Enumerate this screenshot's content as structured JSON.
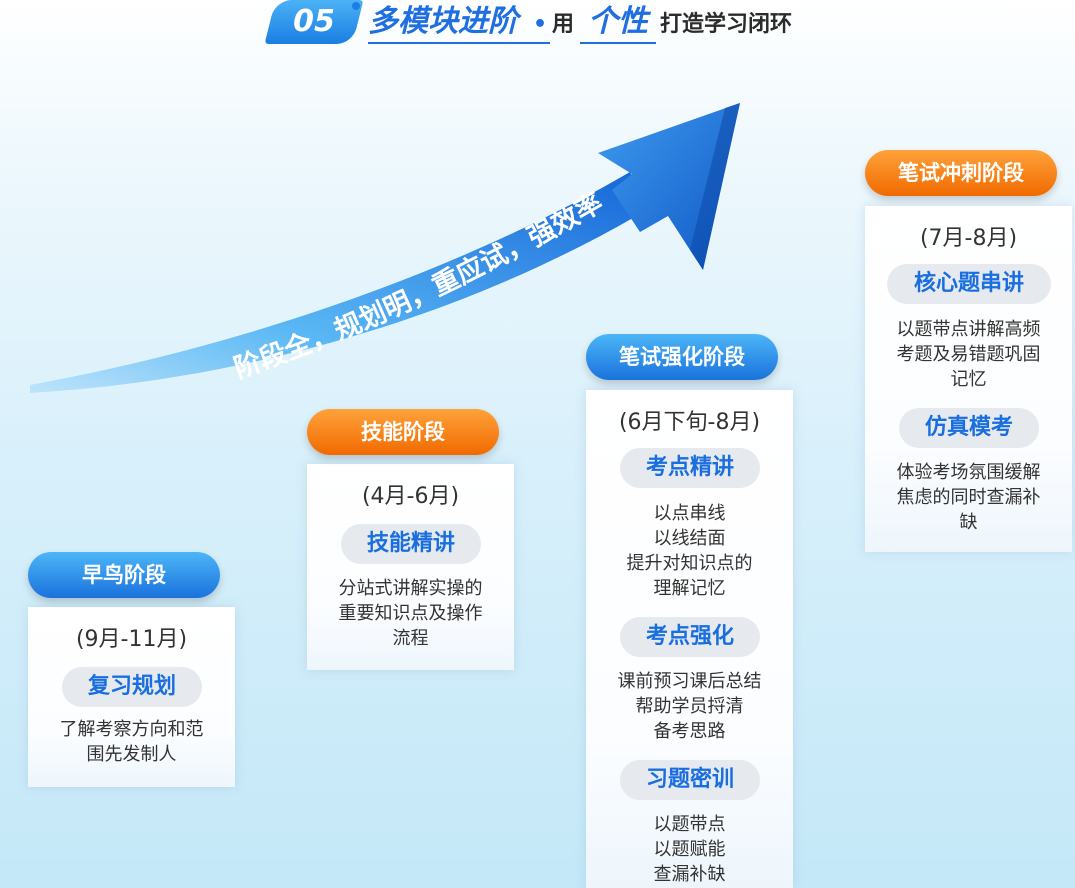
{
  "header": {
    "number": "05",
    "title_part1": "多模块进阶",
    "title_dot": "•",
    "title_part2": "用",
    "title_part3": "个性",
    "title_part4": "打造学习闭环"
  },
  "arrow": {
    "text": "阶段全，规划明，重应试，强效率"
  },
  "stages": [
    {
      "name": "早鸟阶段",
      "period": "(9月-11月)",
      "items": [
        {
          "title": "复习规划",
          "lines": [
            "了解考察方向和范",
            "围先发制人"
          ]
        }
      ]
    },
    {
      "name": "技能阶段",
      "period": "(4月-6月)",
      "items": [
        {
          "title": "技能精讲",
          "lines": [
            "分站式讲解实操的",
            "重要知识点及操作",
            "流程"
          ]
        }
      ]
    },
    {
      "name": "笔试强化阶段",
      "period": "(6月下旬-8月)",
      "items": [
        {
          "title": "考点精讲",
          "lines": [
            "以点串线",
            "以线结面",
            "提升对知识点的",
            "理解记忆"
          ]
        },
        {
          "title": "考点强化",
          "lines": [
            "课前预习课后总结",
            "帮助学员捋清",
            "备考思路"
          ]
        },
        {
          "title": "习题密训",
          "lines": [
            "以题带点",
            "以题赋能",
            "查漏补缺"
          ]
        }
      ]
    },
    {
      "name": "笔试冲刺阶段",
      "period": "(7月-8月)",
      "items": [
        {
          "title": "核心题串讲",
          "lines": [
            "以题带点讲解高频",
            "考题及易错题巩固",
            "记忆"
          ]
        },
        {
          "title": "仿真模考",
          "lines": [
            "体验考场氛围缓解",
            "焦虑的同时查漏补",
            "缺"
          ]
        }
      ]
    }
  ],
  "colors": {
    "blue_pill": "#1a72dd",
    "orange_pill": "#f06a00",
    "topic_text": "#1a6fe0",
    "topic_bg": "#e6e9ee",
    "arrow": "#1e7fe5"
  }
}
